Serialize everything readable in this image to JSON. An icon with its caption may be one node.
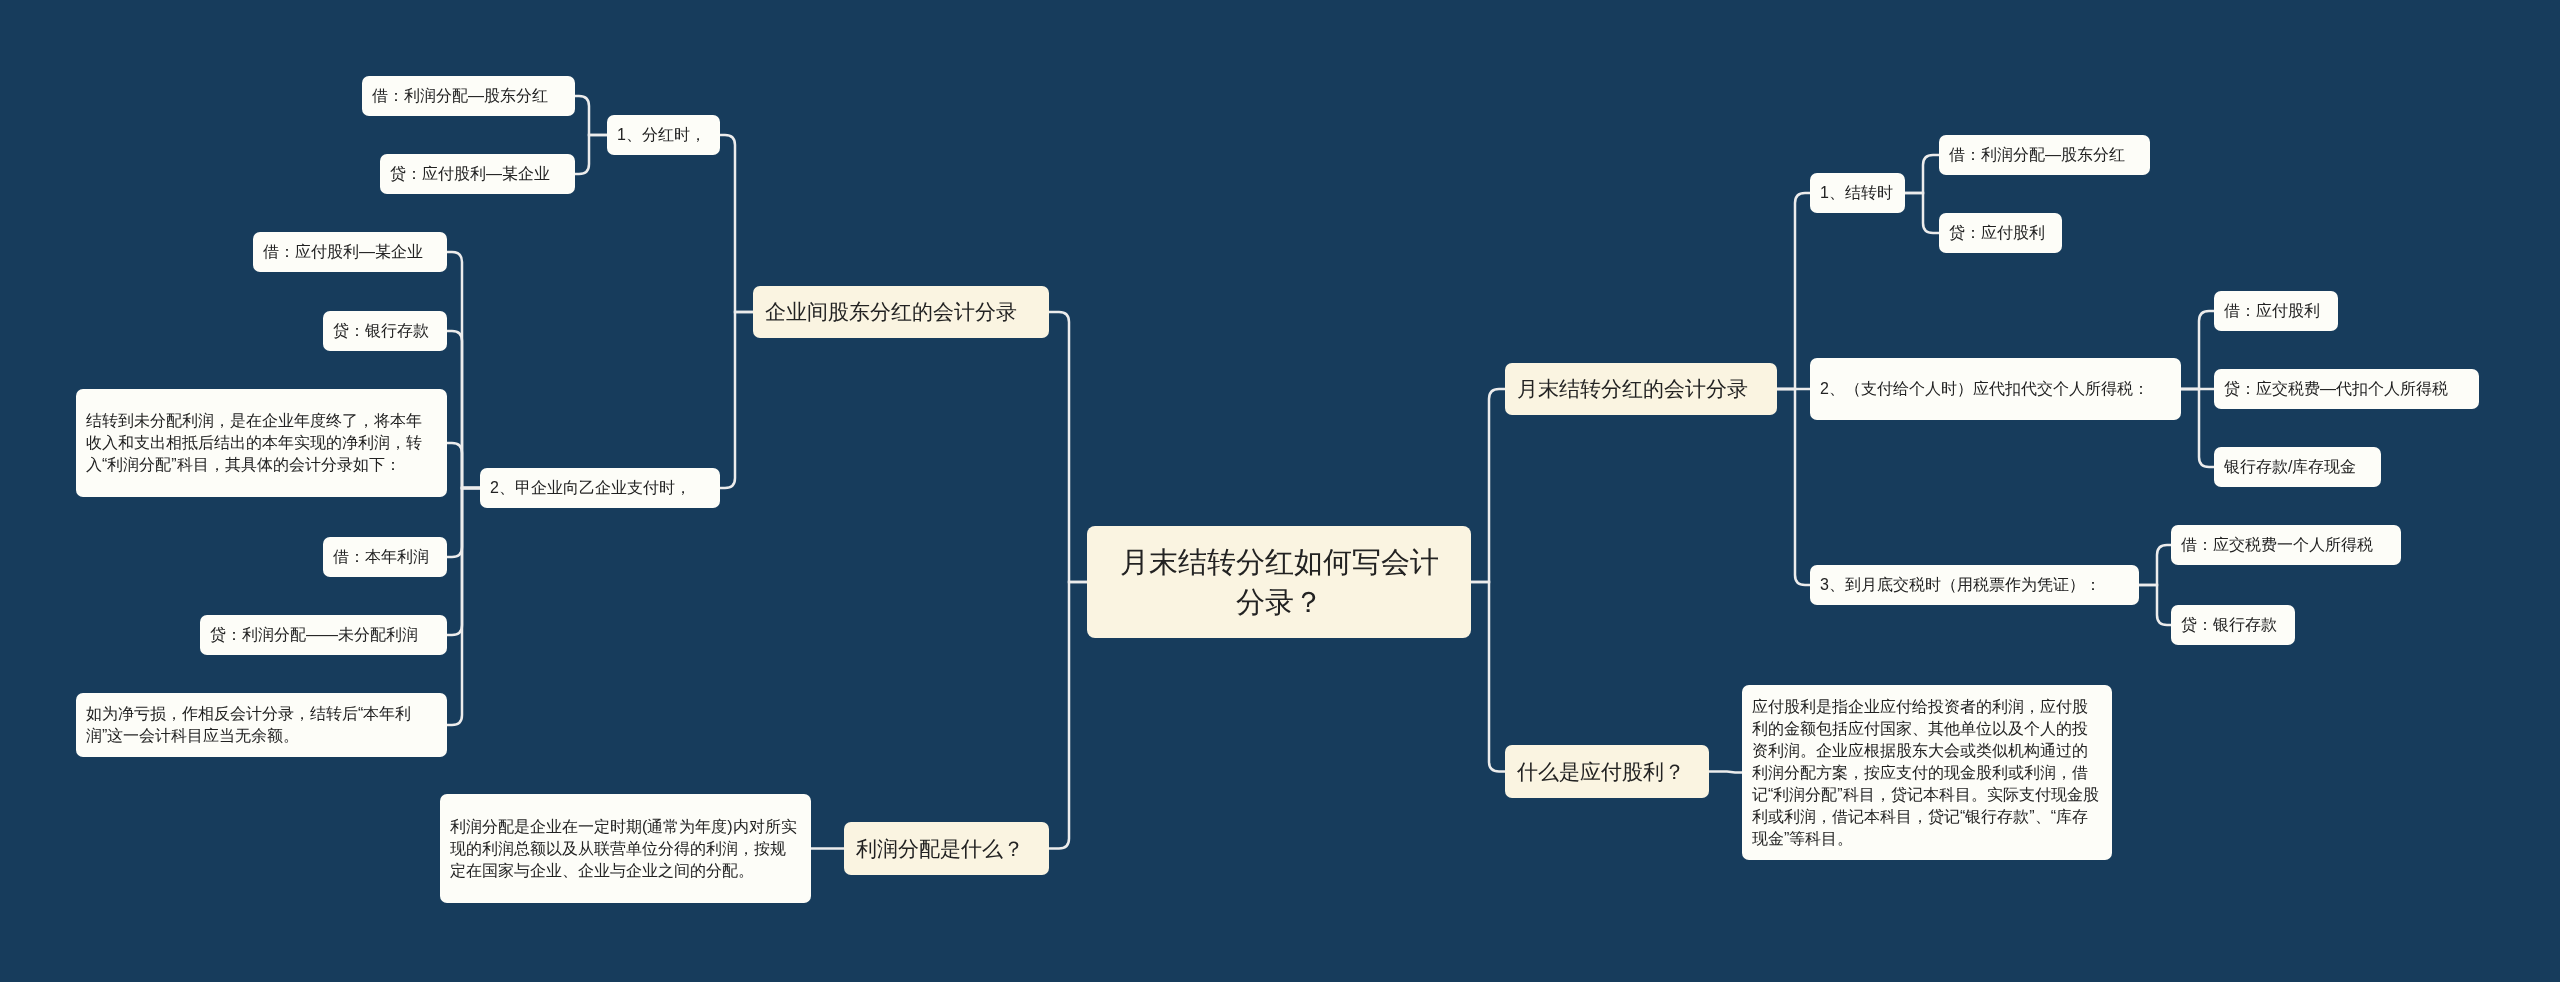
{
  "diagram": {
    "nodes": [
      {
        "text": [
          "月末结转分红如何写会计分录？"
        ]
      },
      {
        "text": [
          "企业间股东分红的会计分录"
        ]
      },
      {
        "text": [
          "1、分红时，"
        ]
      },
      {
        "text": [
          "借：利润分配—股东分红"
        ]
      },
      {
        "text": [
          "贷：应付股利—某企业"
        ]
      },
      {
        "text": [
          "2、甲企业向乙企业支付时，"
        ]
      },
      {
        "text": [
          "借：应付股利—某企业"
        ]
      },
      {
        "text": [
          "贷：银行存款"
        ]
      },
      {
        "text": [
          "结转到未分配利润，是在企业年度终了，将本年收入和支出相抵后结出的本年实现的净利润，转入“利润分配”科目，其具体的会计分录如下："
        ]
      },
      {
        "text": [
          "借：本年利润"
        ]
      },
      {
        "text": [
          "贷：利润分配——未分配利润"
        ]
      },
      {
        "text": [
          "如为净亏损，作相反会计分录，结转后“本年利润”这一会计科目应当无余额。"
        ]
      },
      {
        "text": [
          "利润分配是什么？"
        ]
      },
      {
        "text": [
          "利润分配是企业在一定时期(通常为年度)内对所实现的利润总额以及从联营单位分得的利润，按规定在国家与企业、企业与企业之间的分配。"
        ]
      },
      {
        "text": [
          "月末结转分红的会计分录"
        ]
      },
      {
        "text": [
          "1、结转时"
        ]
      },
      {
        "text": [
          "借：利润分配—股东分红"
        ]
      },
      {
        "text": [
          "贷：应付股利"
        ]
      },
      {
        "text": [
          "2、（支付给个人时）应代扣代交个人所得税："
        ]
      },
      {
        "text": [
          "借：应付股利"
        ]
      },
      {
        "text": [
          "贷：应交税费—代扣个人所得税"
        ]
      },
      {
        "text": [
          "银行存款/库存现金"
        ]
      },
      {
        "text": [
          "3、到月底交税时（用税票作为凭证）："
        ]
      },
      {
        "text": [
          "借：应交税费一个人所得税"
        ]
      },
      {
        "text": [
          "贷：银行存款"
        ]
      },
      {
        "text": [
          "什么是应付股利？"
        ]
      },
      {
        "text": [
          "应付股利是指企业应付给投资者的利润，应付股利的金额包括应付国家、其他单位以及个人的投资利润。企业应根据股东大会或类似机构通过的利润分配方案，按应支付的现金股利或利润，借记“利润分配”科目，贷记本科目。实际支付现金股利或利润，借记本科目，贷记“银行存款”、“库存现金”等科目。"
        ]
      }
    ],
    "edges": [
      {
        "from": 0,
        "to": 1,
        "arrow": "none"
      },
      {
        "from": 1,
        "to": 2,
        "arrow": "none"
      },
      {
        "from": 2,
        "to": 3,
        "arrow": "none"
      },
      {
        "from": 2,
        "to": 4,
        "arrow": "none"
      },
      {
        "from": 1,
        "to": 5,
        "arrow": "none"
      },
      {
        "from": 5,
        "to": 6,
        "arrow": "none"
      },
      {
        "from": 5,
        "to": 7,
        "arrow": "none"
      },
      {
        "from": 5,
        "to": 8,
        "arrow": "none"
      },
      {
        "from": 5,
        "to": 9,
        "arrow": "none"
      },
      {
        "from": 5,
        "to": 10,
        "arrow": "none"
      },
      {
        "from": 5,
        "to": 11,
        "arrow": "none"
      },
      {
        "from": 0,
        "to": 12,
        "arrow": "none"
      },
      {
        "from": 12,
        "to": 13,
        "arrow": "none"
      },
      {
        "from": 0,
        "to": 14,
        "arrow": "none"
      },
      {
        "from": 14,
        "to": 15,
        "arrow": "none"
      },
      {
        "from": 15,
        "to": 16,
        "arrow": "none"
      },
      {
        "from": 15,
        "to": 17,
        "arrow": "none"
      },
      {
        "from": 14,
        "to": 18,
        "arrow": "none"
      },
      {
        "from": 18,
        "to": 19,
        "arrow": "none"
      },
      {
        "from": 18,
        "to": 20,
        "arrow": "none"
      },
      {
        "from": 18,
        "to": 21,
        "arrow": "none"
      },
      {
        "from": 14,
        "to": 22,
        "arrow": "none"
      },
      {
        "from": 22,
        "to": 23,
        "arrow": "none"
      },
      {
        "from": 22,
        "to": 24,
        "arrow": "none"
      },
      {
        "from": 0,
        "to": 25,
        "arrow": "none"
      },
      {
        "from": 25,
        "to": 26,
        "arrow": "none"
      }
    ]
  }
}
